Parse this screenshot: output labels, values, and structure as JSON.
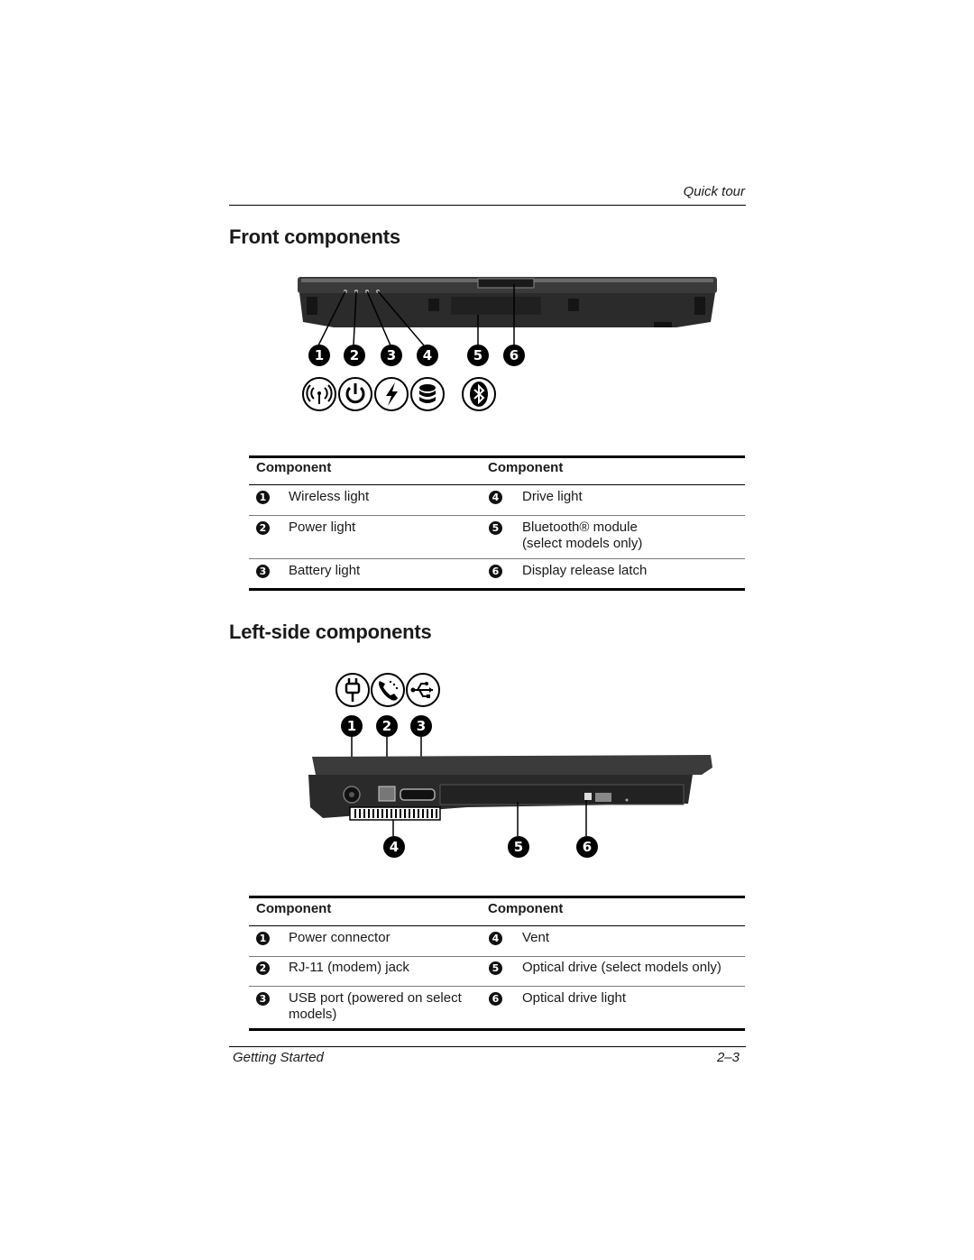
{
  "header": {
    "running_title": "Quick tour"
  },
  "front": {
    "title": "Front components",
    "callouts": [
      "1",
      "2",
      "3",
      "4",
      "5",
      "6"
    ],
    "icons": [
      "wireless-icon",
      "power-icon",
      "battery-icon",
      "drive-icon",
      "bluetooth-icon"
    ],
    "table": {
      "col1_header": "Component",
      "col2_header": "Component",
      "rows": [
        {
          "n1": "1",
          "t1": "Wireless light",
          "n2": "4",
          "t2": "Drive light",
          "t2b": ""
        },
        {
          "n1": "2",
          "t1": "Power light",
          "n2": "5",
          "t2": "Bluetooth® module",
          "t2b": "(select models only)"
        },
        {
          "n1": "3",
          "t1": "Battery light",
          "n2": "6",
          "t2": "Display release latch",
          "t2b": ""
        }
      ]
    }
  },
  "left": {
    "title": "Left-side components",
    "callouts_top": [
      "1",
      "2",
      "3"
    ],
    "callouts_bottom": [
      "4",
      "5",
      "6"
    ],
    "icons": [
      "power-plug-icon",
      "modem-phone-icon",
      "usb-icon"
    ],
    "table": {
      "col1_header": "Component",
      "col2_header": "Component",
      "rows": [
        {
          "n1": "1",
          "t1": "Power connector",
          "t1b": "",
          "n2": "4",
          "t2": "Vent"
        },
        {
          "n1": "2",
          "t1": "RJ-11 (modem) jack",
          "t1b": "",
          "n2": "5",
          "t2": "Optical drive (select models only)"
        },
        {
          "n1": "3",
          "t1": "USB port (powered on select",
          "t1b": "models)",
          "n2": "6",
          "t2": "Optical drive light"
        }
      ]
    }
  },
  "footer": {
    "left": "Getting Started",
    "right": "2–3"
  }
}
